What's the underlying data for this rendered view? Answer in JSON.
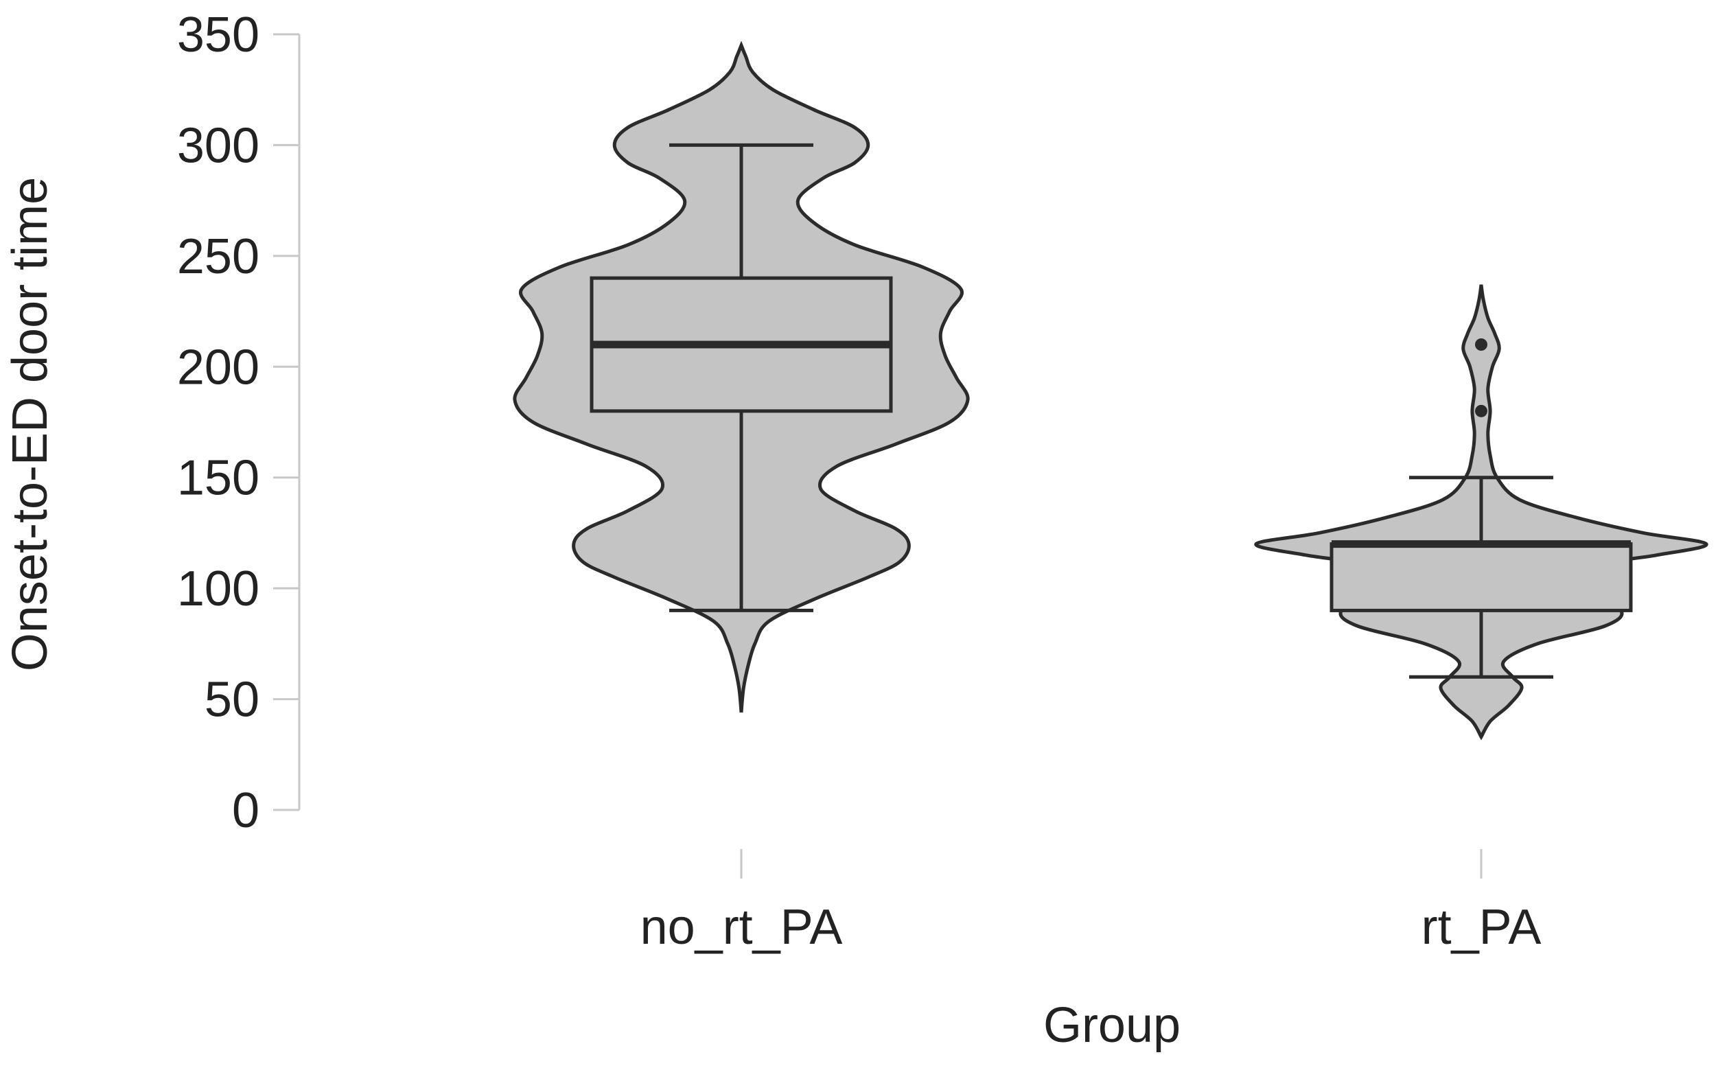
{
  "chart_data": {
    "type": "violin",
    "title": "",
    "xlabel": "Group",
    "ylabel": "Onset-to-ED door time",
    "ylim": [
      0,
      350
    ],
    "yticks": [
      0,
      50,
      100,
      150,
      200,
      250,
      300,
      350
    ],
    "grid": false,
    "categories": [
      "no_rt_PA",
      "rt_PA"
    ],
    "groups": [
      {
        "category": "no_rt_PA",
        "box": {
          "whisker_low": 90,
          "q1": 180,
          "median": 210,
          "q3": 240,
          "whisker_high": 300
        },
        "outliers": [],
        "density": [
          [
            44,
            0.0
          ],
          [
            55,
            0.01
          ],
          [
            65,
            0.03
          ],
          [
            75,
            0.06
          ],
          [
            85,
            0.12
          ],
          [
            95,
            0.32
          ],
          [
            105,
            0.56
          ],
          [
            112,
            0.7
          ],
          [
            120,
            0.74
          ],
          [
            127,
            0.68
          ],
          [
            135,
            0.5
          ],
          [
            145,
            0.35
          ],
          [
            155,
            0.42
          ],
          [
            165,
            0.68
          ],
          [
            175,
            0.92
          ],
          [
            185,
            1.0
          ],
          [
            195,
            0.95
          ],
          [
            205,
            0.9
          ],
          [
            215,
            0.88
          ],
          [
            225,
            0.92
          ],
          [
            235,
            0.97
          ],
          [
            245,
            0.8
          ],
          [
            255,
            0.5
          ],
          [
            265,
            0.32
          ],
          [
            275,
            0.25
          ],
          [
            285,
            0.36
          ],
          [
            292,
            0.5
          ],
          [
            300,
            0.56
          ],
          [
            308,
            0.5
          ],
          [
            316,
            0.32
          ],
          [
            325,
            0.14
          ],
          [
            333,
            0.05
          ],
          [
            340,
            0.02
          ],
          [
            345,
            0.0
          ]
        ]
      },
      {
        "category": "rt_PA",
        "box": {
          "whisker_low": 60,
          "q1": 90,
          "median": 120,
          "q3": 120,
          "whisker_high": 150
        },
        "outliers": [
          180,
          210
        ],
        "density": [
          [
            33,
            0.0
          ],
          [
            40,
            0.04
          ],
          [
            47,
            0.12
          ],
          [
            55,
            0.18
          ],
          [
            60,
            0.14
          ],
          [
            67,
            0.1
          ],
          [
            75,
            0.25
          ],
          [
            83,
            0.55
          ],
          [
            90,
            0.62
          ],
          [
            97,
            0.45
          ],
          [
            103,
            0.3
          ],
          [
            110,
            0.45
          ],
          [
            115,
            0.78
          ],
          [
            120,
            1.0
          ],
          [
            125,
            0.72
          ],
          [
            132,
            0.42
          ],
          [
            140,
            0.17
          ],
          [
            150,
            0.07
          ],
          [
            160,
            0.04
          ],
          [
            170,
            0.03
          ],
          [
            180,
            0.04
          ],
          [
            190,
            0.03
          ],
          [
            200,
            0.05
          ],
          [
            208,
            0.08
          ],
          [
            215,
            0.06
          ],
          [
            222,
            0.03
          ],
          [
            230,
            0.01
          ],
          [
            237,
            0.0
          ]
        ]
      }
    ]
  }
}
